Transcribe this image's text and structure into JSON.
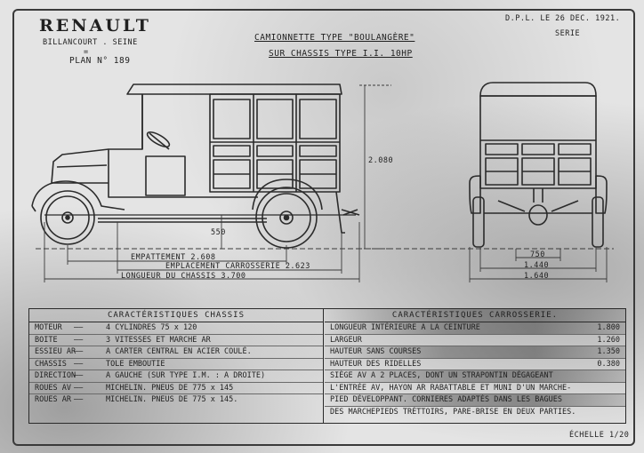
{
  "header": {
    "brand": "RENAULT",
    "location": "BILLANCOURT . SEINE",
    "separator": "=",
    "plan": "PLAN N° 189",
    "title_line1": "CAMIONNETTE TYPE \"BOULANGÈRE\"",
    "title_line2": "SUR CHASSIS TYPE I.I. 10HP",
    "date": "D.P.L. LE 26 DEC. 1921.",
    "series": "SERIE"
  },
  "dimensions": {
    "height": "2.080",
    "ground_clearance": "550",
    "wheelbase": "EMPATTEMENT 2.608",
    "body_location": "EMPLACEMENT CARROSSERIE 2.623",
    "chassis_length": "LONGUEUR DU CHASSIS 3.700",
    "track_front": "750",
    "track_mid": "1.440",
    "overall_width": "1.640"
  },
  "chassis": {
    "heading": "CARACTÉRISTIQUES  CHASSIS",
    "rows": [
      {
        "label": "MOTEUR",
        "value": "4 CYLINDRES  75 x 120"
      },
      {
        "label": "BOITE",
        "value": "3 VITESSES ET MARCHE AR"
      },
      {
        "label": "ESSIEU AR",
        "value": "A CARTER CENTRAL EN ACIER COULÉ."
      },
      {
        "label": "CHASSIS",
        "value": "TOLE EMBOUTIE"
      },
      {
        "label": "DIRECTION",
        "value": "A GAUCHE    (SUR TYPE I.M. : A DROITE)"
      },
      {
        "label": "ROUES AV",
        "value": "MICHELIN. PNEUS DE 775 x 145"
      },
      {
        "label": "ROUES AR",
        "value": "MICHELIN. PNEUS DE 775 x 145."
      }
    ]
  },
  "carrosserie": {
    "heading": "CARACTÉRISTIQUES  CARROSSERIE.",
    "rows": [
      {
        "text": "LONGUEUR INTÉRIEURE A LA CEINTURE",
        "num": "1.800"
      },
      {
        "text": "LARGEUR",
        "num": "1.260"
      },
      {
        "text": "HAUTEUR       SANS COURSES",
        "num": "1.350"
      },
      {
        "text": "HAUTEUR       DES RIDELLES",
        "num": "0.380"
      },
      {
        "text": "SIÈGE AV A 2 PLACES, DONT UN STRAPONTIN DÉGAGEANT",
        "num": ""
      },
      {
        "text": "L'ENTRÉE AV, HAYON AR RABATTABLE ET MUNI D'UN MARCHE-",
        "num": ""
      },
      {
        "text": "PIED DÉVELOPPANT. CORNIERES ADAPTÉS DANS LES BAGUES",
        "num": ""
      },
      {
        "text": "DES MARCHEPIEDS TRÉTTOIRS, PARE-BRISE EN DEUX PARTIES.",
        "num": ""
      }
    ]
  },
  "footer": {
    "scale": "ÉCHELLE 1/20"
  }
}
